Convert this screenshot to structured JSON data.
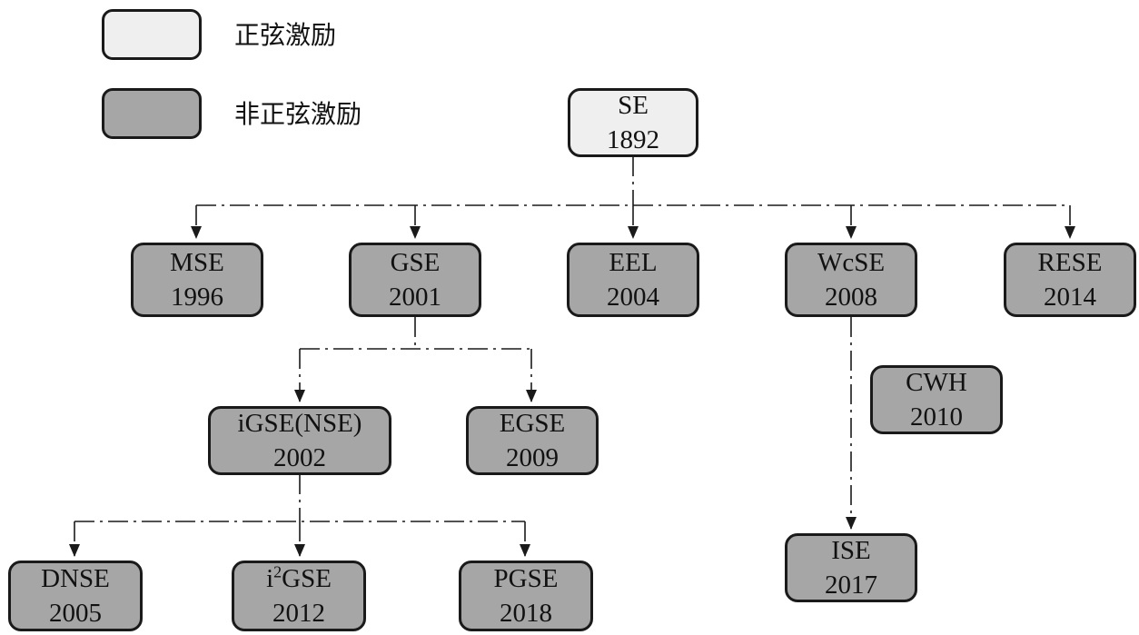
{
  "legend": {
    "sinusoidal": "正弦激励",
    "non_sinusoidal": "非正弦激励"
  },
  "colors": {
    "sinusoidal_fill": "#efefef",
    "non_sinusoidal_fill": "#a6a6a6",
    "stroke": "#1a1a1a"
  },
  "nodes": {
    "se": {
      "name": "SE",
      "year": "1892"
    },
    "mse": {
      "name": "MSE",
      "year": "1996"
    },
    "gse": {
      "name": "GSE",
      "year": "2001"
    },
    "eel": {
      "name": "EEL",
      "year": "2004"
    },
    "wcse": {
      "name": "WcSE",
      "year": "2008"
    },
    "rese": {
      "name": "RESE",
      "year": "2014"
    },
    "igse": {
      "name": "iGSE(NSE)",
      "year": "2002"
    },
    "egse": {
      "name": "EGSE",
      "year": "2009"
    },
    "cwh": {
      "name": "CWH",
      "year": "2010"
    },
    "dnse": {
      "name": "DNSE",
      "year": "2005"
    },
    "i2gse": {
      "name_prefix": "i",
      "name_sup": "2",
      "name_suffix": "GSE",
      "year": "2012"
    },
    "pgse": {
      "name": "PGSE",
      "year": "2018"
    },
    "ise": {
      "name": "ISE",
      "year": "2017"
    }
  },
  "edges": [
    {
      "from": "se",
      "to": "mse"
    },
    {
      "from": "se",
      "to": "gse"
    },
    {
      "from": "se",
      "to": "eel"
    },
    {
      "from": "se",
      "to": "wcse"
    },
    {
      "from": "se",
      "to": "rese"
    },
    {
      "from": "gse",
      "to": "igse"
    },
    {
      "from": "gse",
      "to": "egse"
    },
    {
      "from": "igse",
      "to": "dnse"
    },
    {
      "from": "igse",
      "to": "i2gse"
    },
    {
      "from": "igse",
      "to": "pgse"
    },
    {
      "from": "wcse",
      "to": "ise"
    }
  ]
}
